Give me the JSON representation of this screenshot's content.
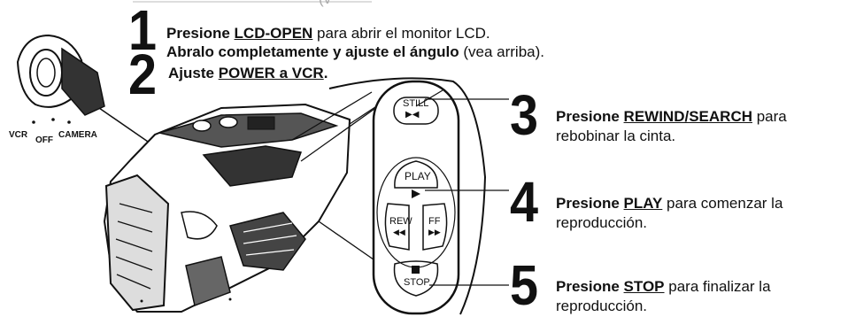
{
  "top_fragment": "(v",
  "steps": {
    "s1": {
      "num": "1",
      "l1_a": "Presione ",
      "l1_u": "LCD-OPEN",
      "l1_b": " para abrir el monitor LCD.",
      "l2_a": "Abralo completamente y ajuste el ángulo",
      "l2_b": " (vea arriba)."
    },
    "s2": {
      "num": "2",
      "a": "Ajuste ",
      "u": "POWER a VCR",
      "b": "."
    },
    "s3": {
      "num": "3",
      "a": "Presione ",
      "u": "REWIND/SEARCH",
      "b": " para",
      "l2": "rebobinar la cinta."
    },
    "s4": {
      "num": "4",
      "a": "Presione ",
      "u": "PLAY",
      "b": " para comenzar la",
      "l2": "reproducción."
    },
    "s5": {
      "num": "5",
      "a": "Presione ",
      "u": "STOP",
      "b": " para finalizar la",
      "l2": "reproducción."
    }
  },
  "power_switch": {
    "vcr": "VCR",
    "off": "OFF",
    "camera": "CAMERA"
  },
  "buttons": {
    "still": "STILL",
    "play": "PLAY",
    "rew": "REW",
    "ff": "FF",
    "stop": "STOP"
  }
}
